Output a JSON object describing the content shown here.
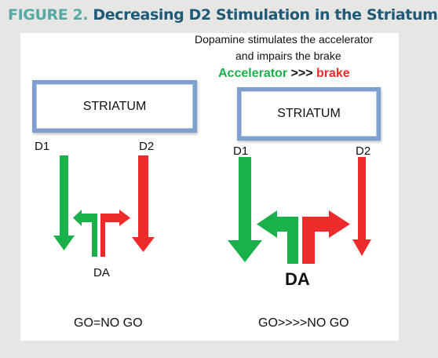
{
  "figure": {
    "label": "FIGURE 2.",
    "title": "Decreasing D2 Stimulation in the Striatum"
  },
  "left_panel": {
    "box_label": "STRIATUM",
    "d1_label": "D1",
    "d2_label": "D2",
    "da_label": "DA",
    "caption": "GO=NO GO"
  },
  "right_panel": {
    "note_line1": "Dopamine stimulates the accelerator",
    "note_line2": "and impairs the brake",
    "accelerator": "Accelerator",
    "relation": ">>>",
    "brake": "brake",
    "box_label": "STRIATUM",
    "d1_label": "D1",
    "d2_label": "D2",
    "da_label": "DA",
    "caption": "GO>>>>NO GO"
  },
  "colors": {
    "go_green": "#1bb14a",
    "brake_red": "#ee2b2b",
    "title_teal": "#57a9a5",
    "title_navy": "#1c5a78",
    "box_border": "#7f9fd0"
  }
}
